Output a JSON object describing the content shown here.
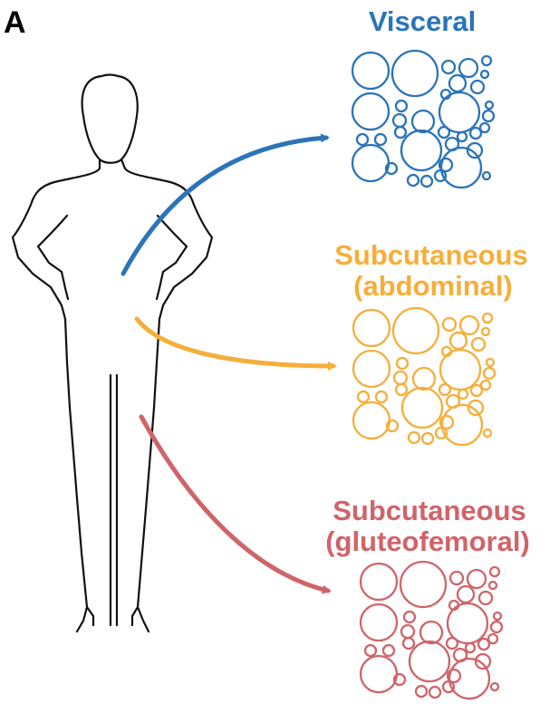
{
  "panel_label": "A",
  "depots": [
    {
      "id": "visceral",
      "lines": [
        "Visceral"
      ],
      "color": "#2a74b9"
    },
    {
      "id": "abdominal",
      "lines": [
        "Subcutaneous",
        "(abdominal)"
      ],
      "color": "#f6ae3a"
    },
    {
      "id": "gluteofemoral",
      "lines": [
        "Subcutaneous",
        "(gluteofemoral)"
      ],
      "color": "#cf6469"
    }
  ],
  "colors": {
    "outline": "#111111",
    "background": "#ffffff"
  }
}
